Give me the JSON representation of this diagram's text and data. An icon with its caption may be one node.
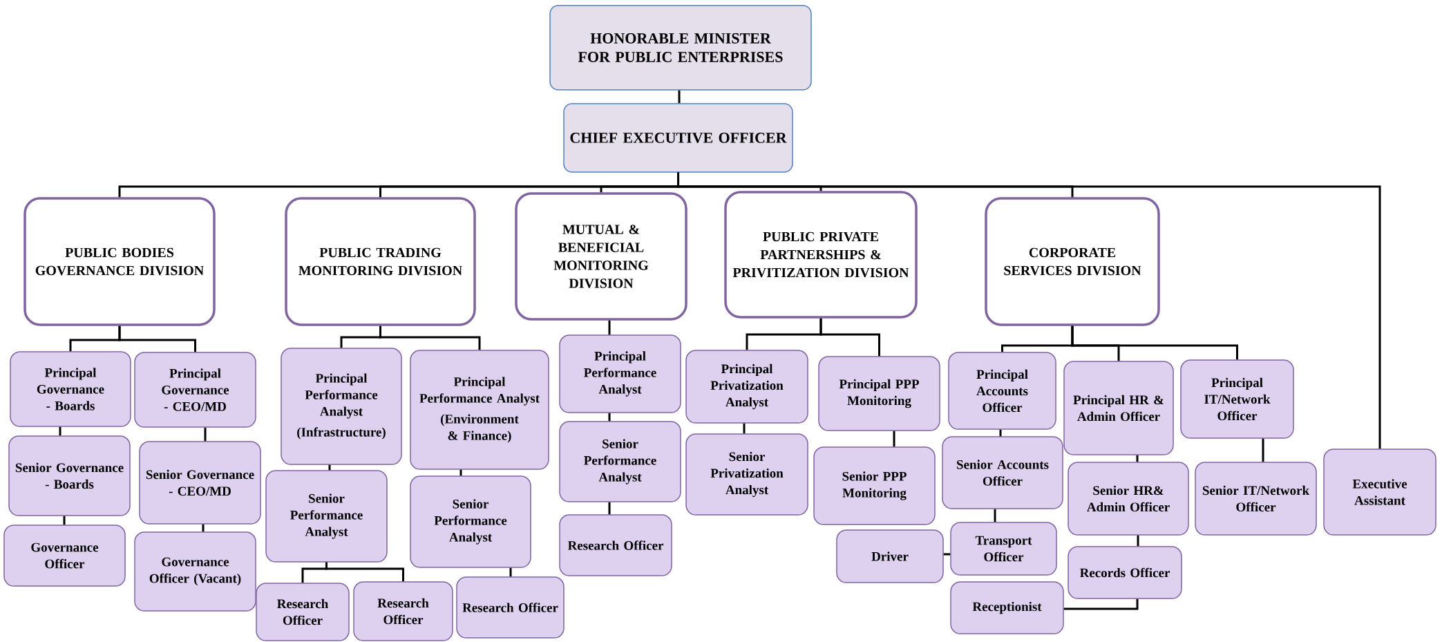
{
  "diagram": {
    "nodes": [
      {
        "text": [
          "HONORABLE MINISTER FOR PUBLIC ENTERPRISES"
        ]
      },
      {
        "text": [
          "CHIEF EXECUTIVE OFFICER"
        ]
      },
      {
        "text": [
          "PUBLIC BODIES GOVERNANCE DIVISION"
        ]
      },
      {
        "text": [
          "PUBLIC TRADING MONITORING DIVISION"
        ]
      },
      {
        "text": [
          "MUTUAL & BENEFICIAL MONITORING DIVISION"
        ]
      },
      {
        "text": [
          "PUBLIC PRIVATE PARTNERSHIPS & PRIVITIZATION DIVISION"
        ]
      },
      {
        "text": [
          "CORPORATE SERVICES DIVISION"
        ]
      },
      {
        "text": [
          "Principal Governance - Boards"
        ]
      },
      {
        "text": [
          "Principal Governance - CEO/MD"
        ]
      },
      {
        "text": [
          "Senior Governance - Boards"
        ]
      },
      {
        "text": [
          "Senior Governance - CEO/MD"
        ]
      },
      {
        "text": [
          "Governance Officer"
        ]
      },
      {
        "text": [
          "Governance Officer (Vacant)"
        ]
      },
      {
        "text": [
          "Principal Performance Analyst",
          "(Infrastructure)"
        ]
      },
      {
        "text": [
          "Principal Performance Analyst",
          "(Environment & Finance)"
        ]
      },
      {
        "text": [
          "Senior Performance Analyst"
        ]
      },
      {
        "text": [
          "Senior Performance Analyst"
        ]
      },
      {
        "text": [
          "Research Officer"
        ]
      },
      {
        "text": [
          "Research Officer"
        ]
      },
      {
        "text": [
          "Research Officer"
        ]
      },
      {
        "text": [
          "Principal Performance Analyst"
        ]
      },
      {
        "text": [
          "Senior Performance Analyst"
        ]
      },
      {
        "text": [
          "Research Officer"
        ]
      },
      {
        "text": [
          "Principal Privatization Analyst"
        ]
      },
      {
        "text": [
          "Principal PPP Monitoring"
        ]
      },
      {
        "text": [
          "Senior Privatization Analyst"
        ]
      },
      {
        "text": [
          "Senior PPP Monitoring"
        ]
      },
      {
        "text": [
          "Driver"
        ]
      },
      {
        "text": [
          "Principal Accounts Officer"
        ]
      },
      {
        "text": [
          "Senior Accounts Officer"
        ]
      },
      {
        "text": [
          "Transport Officer"
        ]
      },
      {
        "text": [
          "Receptionist"
        ]
      },
      {
        "text": [
          "Principal HR & Admin Officer"
        ]
      },
      {
        "text": [
          "Senior HR& Admin Officer"
        ]
      },
      {
        "text": [
          "Records Officer"
        ]
      },
      {
        "text": [
          "Principal IT/Network Officer"
        ]
      },
      {
        "text": [
          "Senior IT/Network Officer"
        ]
      },
      {
        "text": [
          "Executive Assistant"
        ]
      }
    ],
    "edges": [
      {
        "from": 0,
        "to": 1,
        "arrow": "none"
      },
      {
        "from": 1,
        "to": 2,
        "arrow": "none"
      },
      {
        "from": 1,
        "to": 3,
        "arrow": "none"
      },
      {
        "from": 1,
        "to": 4,
        "arrow": "none"
      },
      {
        "from": 1,
        "to": 5,
        "arrow": "none"
      },
      {
        "from": 1,
        "to": 6,
        "arrow": "none"
      },
      {
        "from": 1,
        "to": 37,
        "arrow": "none"
      },
      {
        "from": 2,
        "to": 7,
        "arrow": "none"
      },
      {
        "from": 2,
        "to": 8,
        "arrow": "none"
      },
      {
        "from": 7,
        "to": 9,
        "arrow": "none"
      },
      {
        "from": 9,
        "to": 11,
        "arrow": "none"
      },
      {
        "from": 8,
        "to": 10,
        "arrow": "none"
      },
      {
        "from": 10,
        "to": 12,
        "arrow": "none"
      },
      {
        "from": 3,
        "to": 13,
        "arrow": "none"
      },
      {
        "from": 3,
        "to": 14,
        "arrow": "none"
      },
      {
        "from": 13,
        "to": 15,
        "arrow": "none"
      },
      {
        "from": 15,
        "to": 17,
        "arrow": "none"
      },
      {
        "from": 15,
        "to": 18,
        "arrow": "none"
      },
      {
        "from": 14,
        "to": 16,
        "arrow": "none"
      },
      {
        "from": 16,
        "to": 19,
        "arrow": "none"
      },
      {
        "from": 4,
        "to": 20,
        "arrow": "none"
      },
      {
        "from": 20,
        "to": 21,
        "arrow": "none"
      },
      {
        "from": 21,
        "to": 22,
        "arrow": "none"
      },
      {
        "from": 5,
        "to": 23,
        "arrow": "none"
      },
      {
        "from": 5,
        "to": 24,
        "arrow": "none"
      },
      {
        "from": 23,
        "to": 25,
        "arrow": "none"
      },
      {
        "from": 24,
        "to": 26,
        "arrow": "none"
      },
      {
        "from": 27,
        "to": 30,
        "arrow": "none"
      },
      {
        "from": 6,
        "to": 28,
        "arrow": "none"
      },
      {
        "from": 6,
        "to": 32,
        "arrow": "none"
      },
      {
        "from": 6,
        "to": 35,
        "arrow": "none"
      },
      {
        "from": 28,
        "to": 29,
        "arrow": "none"
      },
      {
        "from": 29,
        "to": 30,
        "arrow": "none"
      },
      {
        "from": 32,
        "to": 33,
        "arrow": "none"
      },
      {
        "from": 33,
        "to": 34,
        "arrow": "none"
      },
      {
        "from": 34,
        "to": 31,
        "arrow": "none"
      },
      {
        "from": 35,
        "to": 36,
        "arrow": "none"
      }
    ]
  }
}
